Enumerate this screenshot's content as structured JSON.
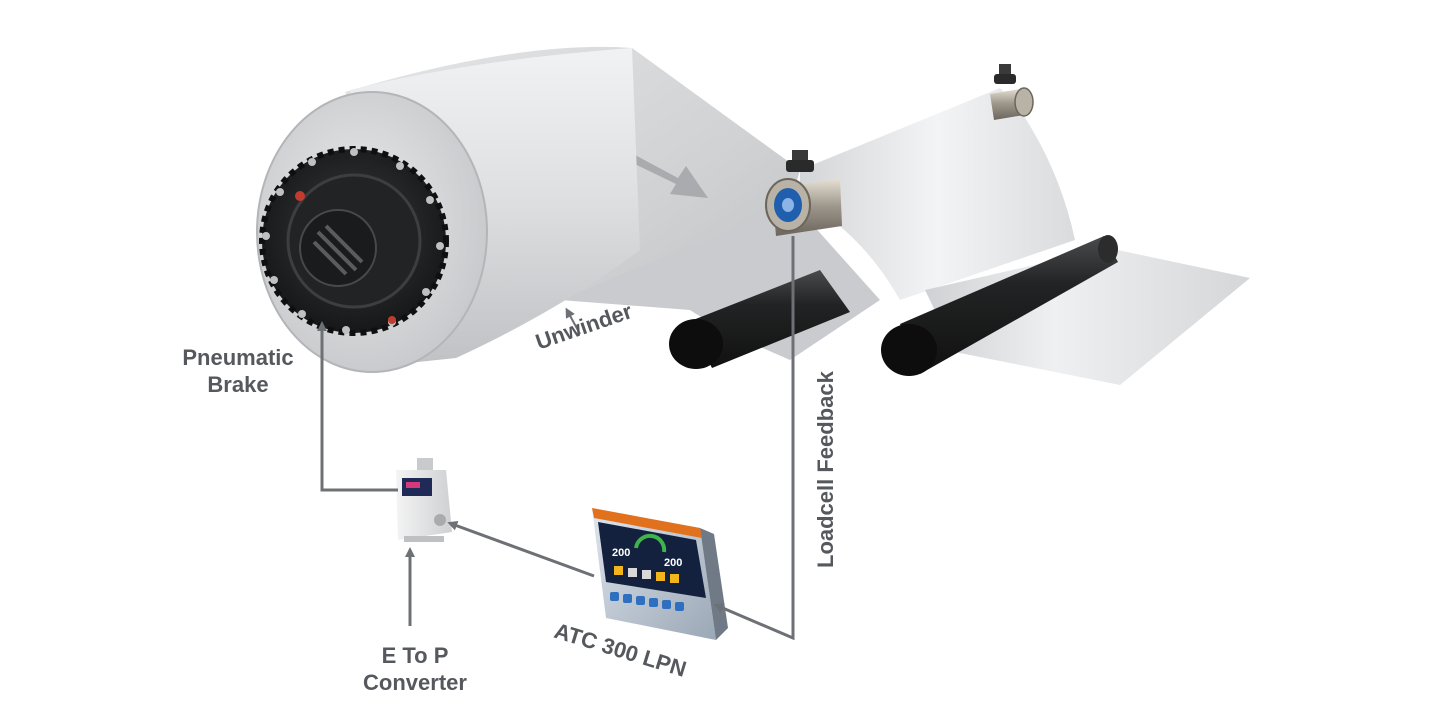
{
  "diagram": {
    "labels": {
      "pneumatic_brake_line1": "Pneumatic",
      "pneumatic_brake_line2": "Brake",
      "unwinder": "Unwinder",
      "loadcell_feedback": "Loadcell Feedback",
      "atc_controller": "ATC 300 LPN",
      "e_to_p_line1": "E To P",
      "e_to_p_line2": "Converter"
    },
    "controller_screen": {
      "readout_left": "200",
      "readout_right": "200"
    },
    "colors": {
      "arrow": "#6d7075",
      "label_text": "#55595e",
      "web_light": "#e6e7e8",
      "web_dark": "#b9bbbe",
      "roller": "#1c1c1c",
      "brake_body": "#2a2b2d",
      "controller_accent": "#e2711d",
      "controller_screen": "#13213f"
    }
  }
}
